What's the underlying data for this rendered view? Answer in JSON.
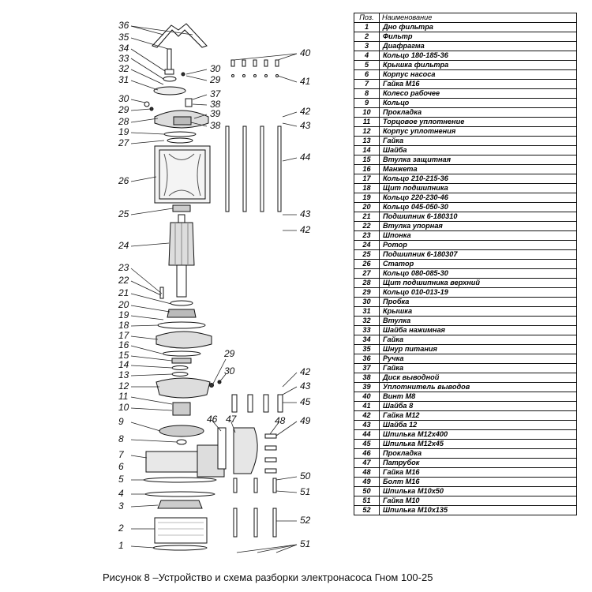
{
  "table": {
    "header_pos": "Поз.",
    "header_name": "Наименование",
    "rows": [
      {
        "num": "1",
        "name": "Дно фильтра"
      },
      {
        "num": "2",
        "name": "Фильтр"
      },
      {
        "num": "3",
        "name": "Диафрагма"
      },
      {
        "num": "4",
        "name": "Кольцо 180-185-36"
      },
      {
        "num": "5",
        "name": "Крышка фильтра"
      },
      {
        "num": "6",
        "name": "Корпус насоса"
      },
      {
        "num": "7",
        "name": "Гайка М16"
      },
      {
        "num": "8",
        "name": "Колесо рабочее"
      },
      {
        "num": "9",
        "name": "Кольцо"
      },
      {
        "num": "10",
        "name": "Прокладка"
      },
      {
        "num": "11",
        "name": "Торцовое  уплотнение"
      },
      {
        "num": "12",
        "name": "Корпус уплотнения"
      },
      {
        "num": "13",
        "name": "Гайка"
      },
      {
        "num": "14",
        "name": "Шайба"
      },
      {
        "num": "15",
        "name": "Втулка защитная"
      },
      {
        "num": "16",
        "name": "Манжета"
      },
      {
        "num": "17",
        "name": "Кольцо 210-215-36"
      },
      {
        "num": "18",
        "name": "Щит подшипника"
      },
      {
        "num": "19",
        "name": "Кольцо 220-230-46"
      },
      {
        "num": "20",
        "name": "Кольцо 045-050-30"
      },
      {
        "num": "21",
        "name": "Подшипник 6-180310"
      },
      {
        "num": "22",
        "name": "Втулка упорная"
      },
      {
        "num": "23",
        "name": "Шпонка"
      },
      {
        "num": "24",
        "name": "Ротор"
      },
      {
        "num": "25",
        "name": "Подшипник 6-180307"
      },
      {
        "num": "26",
        "name": "Статор"
      },
      {
        "num": "27",
        "name": "Кольцо 080-085-30"
      },
      {
        "num": "28",
        "name": "Щит подшипника верхний"
      },
      {
        "num": "29",
        "name": "Кольцо 010-013-19"
      },
      {
        "num": "30",
        "name": "Пробка"
      },
      {
        "num": "31",
        "name": "Крышка"
      },
      {
        "num": "32",
        "name": "Втулка"
      },
      {
        "num": "33",
        "name": "Шайба нажимная"
      },
      {
        "num": "34",
        "name": "Гайка"
      },
      {
        "num": "35",
        "name": "Шнур питания"
      },
      {
        "num": "36",
        "name": "Ручка"
      },
      {
        "num": "37",
        "name": "Гайка"
      },
      {
        "num": "38",
        "name": "Диск выводной"
      },
      {
        "num": "39",
        "name": "Уплотнитель выводов"
      },
      {
        "num": "40",
        "name": "Винт М8"
      },
      {
        "num": "41",
        "name": "Шайба 8"
      },
      {
        "num": "42",
        "name": "Гайка М12"
      },
      {
        "num": "43",
        "name": "Шайба 12"
      },
      {
        "num": "44",
        "name": "Шпилька М12х400"
      },
      {
        "num": "45",
        "name": "Шпилька М12х45"
      },
      {
        "num": "46",
        "name": "Прокладка"
      },
      {
        "num": "47",
        "name": "Патрубок"
      },
      {
        "num": "48",
        "name": "Гайка М16"
      },
      {
        "num": "49",
        "name": "Болт М16"
      },
      {
        "num": "50",
        "name": "Шпилька М10х50"
      },
      {
        "num": "51",
        "name": "Гайка М10"
      },
      {
        "num": "52",
        "name": "Шпилька М10х135"
      }
    ]
  },
  "callouts": [
    "36",
    "35",
    "34",
    "33",
    "32",
    "31",
    "30",
    "29",
    "28",
    "19",
    "27",
    "26",
    "25",
    "24",
    "23",
    "22",
    "21",
    "20",
    "19",
    "18",
    "17",
    "16",
    "15",
    "14",
    "13",
    "12",
    "11",
    "10",
    "9",
    "8",
    "7",
    "6",
    "5",
    "4",
    "3",
    "2",
    "1",
    "30",
    "29",
    "37",
    "38",
    "39",
    "38",
    "40",
    "41",
    "42",
    "43",
    "44",
    "43",
    "42",
    "29",
    "30",
    "42",
    "43",
    "45",
    "46",
    "47",
    "48",
    "49",
    "50",
    "51",
    "52",
    "51"
  ],
  "caption": "Рисунок 8 –Устройство и схема разборки электронасоса Гном 100-25"
}
